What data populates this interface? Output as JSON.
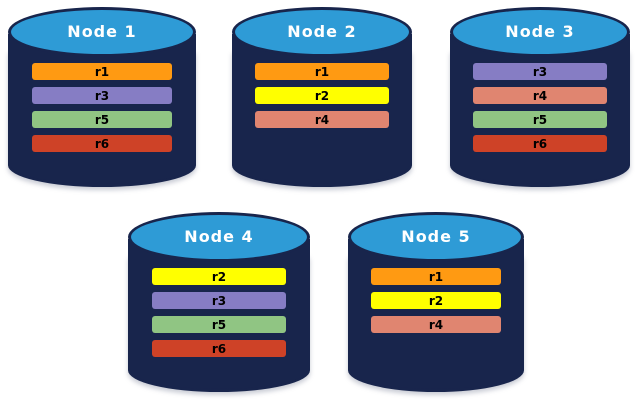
{
  "diagram": {
    "background_color": "#ffffff",
    "cylinder_body_color": "#18254C",
    "cylinder_top_color": "#2E9BD6",
    "title_text_color": "#ffffff",
    "record_text_color": "#000000"
  },
  "record_colors": {
    "r1": "#FF9A12",
    "r2": "#FFFF00",
    "r3": "#867DC4",
    "r4": "#E08570",
    "r5": "#90C583",
    "r6": "#CE4227"
  },
  "nodes": [
    {
      "title": "Node  1",
      "records": [
        {
          "label": "r1",
          "color": "#FF9A12"
        },
        {
          "label": "r3",
          "color": "#867DC4"
        },
        {
          "label": "r5",
          "color": "#90C583"
        },
        {
          "label": "r6",
          "color": "#CE4227"
        }
      ]
    },
    {
      "title": "Node  2",
      "records": [
        {
          "label": "r1",
          "color": "#FF9A12"
        },
        {
          "label": "r2",
          "color": "#FFFF00"
        },
        {
          "label": "r4",
          "color": "#E08570"
        }
      ]
    },
    {
      "title": "Node  3",
      "records": [
        {
          "label": "r3",
          "color": "#867DC4"
        },
        {
          "label": "r4",
          "color": "#E08570"
        },
        {
          "label": "r5",
          "color": "#90C583"
        },
        {
          "label": "r6",
          "color": "#CE4227"
        }
      ]
    },
    {
      "title": "Node  4",
      "records": [
        {
          "label": "r2",
          "color": "#FFFF00"
        },
        {
          "label": "r3",
          "color": "#867DC4"
        },
        {
          "label": "r5",
          "color": "#90C583"
        },
        {
          "label": "r6",
          "color": "#CE4227"
        }
      ]
    },
    {
      "title": "Node  5",
      "records": [
        {
          "label": "r1",
          "color": "#FF9A12"
        },
        {
          "label": "r2",
          "color": "#FFFF00"
        },
        {
          "label": "r4",
          "color": "#E08570"
        }
      ]
    }
  ]
}
